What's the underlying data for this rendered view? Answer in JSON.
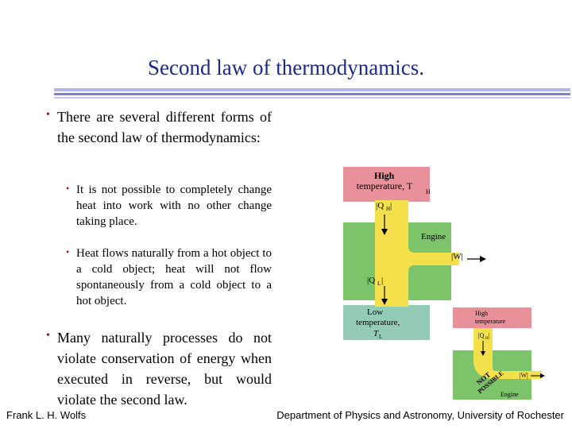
{
  "title": "Second law of thermodynamics.",
  "bullets": {
    "b1": "There are several different forms of the second law of thermodynamics:",
    "b2": "It is not possible to completely change heat into work with no other change taking place.",
    "b3": "Heat flows naturally from a hot object to a cold object; heat will not flow spontaneously from a cold object to a hot object.",
    "b4": "Many naturally processes do not violate conservation of energy when executed in reverse, but would violate the second law."
  },
  "diagram1": {
    "hot": "High temperature, T",
    "hot_sub": "H",
    "qh": "|Q",
    "qh_sub": "H",
    "engine": "Engine",
    "work": "|W|",
    "ql": "|Q",
    "ql_sub": "L",
    "cold_line1": "Low",
    "cold_line2": "temperature,",
    "cold_t": "T",
    "cold_sub": "L"
  },
  "diagram2": {
    "hot_line1": "High",
    "hot_line2": "temperature",
    "qh": "|Q",
    "qh_sub": "H",
    "not_possible_1": "NOT",
    "not_possible_2": "POSSIBLE",
    "work": "|W|",
    "engine": "Engine"
  },
  "footer": {
    "left": "Frank L. H. Wolfs",
    "right": "Department of Physics and Astronomy, University of Rochester"
  },
  "colors": {
    "title": "#1a2a8a",
    "bullet": "#c00000",
    "hot": "#e8919a",
    "engine": "#7cc36a",
    "cold": "#93cbb6",
    "flow": "#f4e04a"
  }
}
